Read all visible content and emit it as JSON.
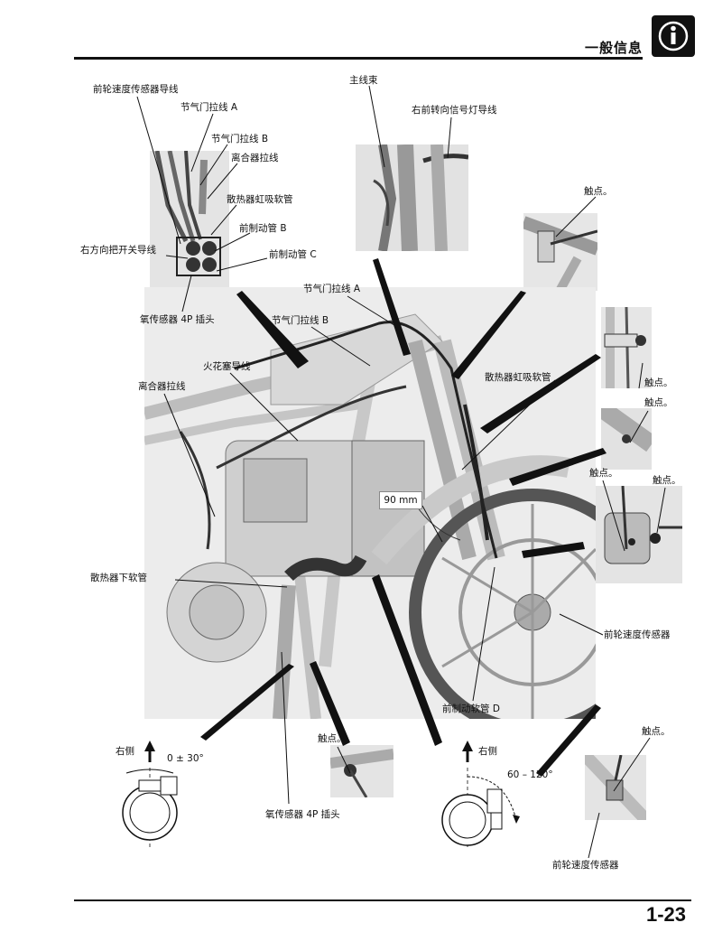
{
  "header": {
    "section_title": "一般信息",
    "info_icon": "info-icon"
  },
  "footer": {
    "page_number": "1-23"
  },
  "labels": {
    "front_wheel_speed_sensor_wire": "前轮速度传感器导线",
    "throttle_cable_a_top": "节气门拉线 A",
    "throttle_cable_b_top": "节气门拉线 B",
    "clutch_cable_top": "离合器拉线",
    "radiator_siphon_hose_top": "散热器虹吸软管",
    "brake_hose_b": "前制动管 B",
    "brake_hose_c": "前制动管 C",
    "right_handlebar_switch_wire": "右方向把开关导线",
    "o2_sensor_connector_top": "氧传感器 4P 插头",
    "main_harness": "主线束",
    "right_front_turn_signal_wire": "右前转向信号灯导线",
    "contact_1": "触点。",
    "throttle_cable_a_main": "节气门拉线 A",
    "throttle_cable_b_main": "节气门拉线 B",
    "spark_plug_wire": "火花塞导线",
    "clutch_cable_main": "离合器拉线",
    "radiator_siphon_hose_main": "散热器虹吸软管",
    "contact_2": "触点。",
    "contact_3": "触点。",
    "contact_4": "触点。",
    "contact_5": "触点。",
    "distance": "90 mm",
    "radiator_lower_hose": "散热器下软管",
    "front_wheel_speed_sensor_main": "前轮速度传感器",
    "front_brake_hose_d": "前制动软管 D",
    "contact_6": "触点。",
    "contact_7": "触点。",
    "right_side_left": "右侧",
    "angle_left": "0 ± 30°",
    "right_side_right": "右侧",
    "angle_right": "60 – 120°",
    "o2_sensor_connector_bottom": "氧传感器 4P 插头",
    "front_wheel_speed_sensor_bottom": "前轮速度传感器"
  },
  "colors": {
    "ink": "#111111",
    "figure_bg": "#ededed",
    "inset_bg": "#e9e9e9"
  }
}
